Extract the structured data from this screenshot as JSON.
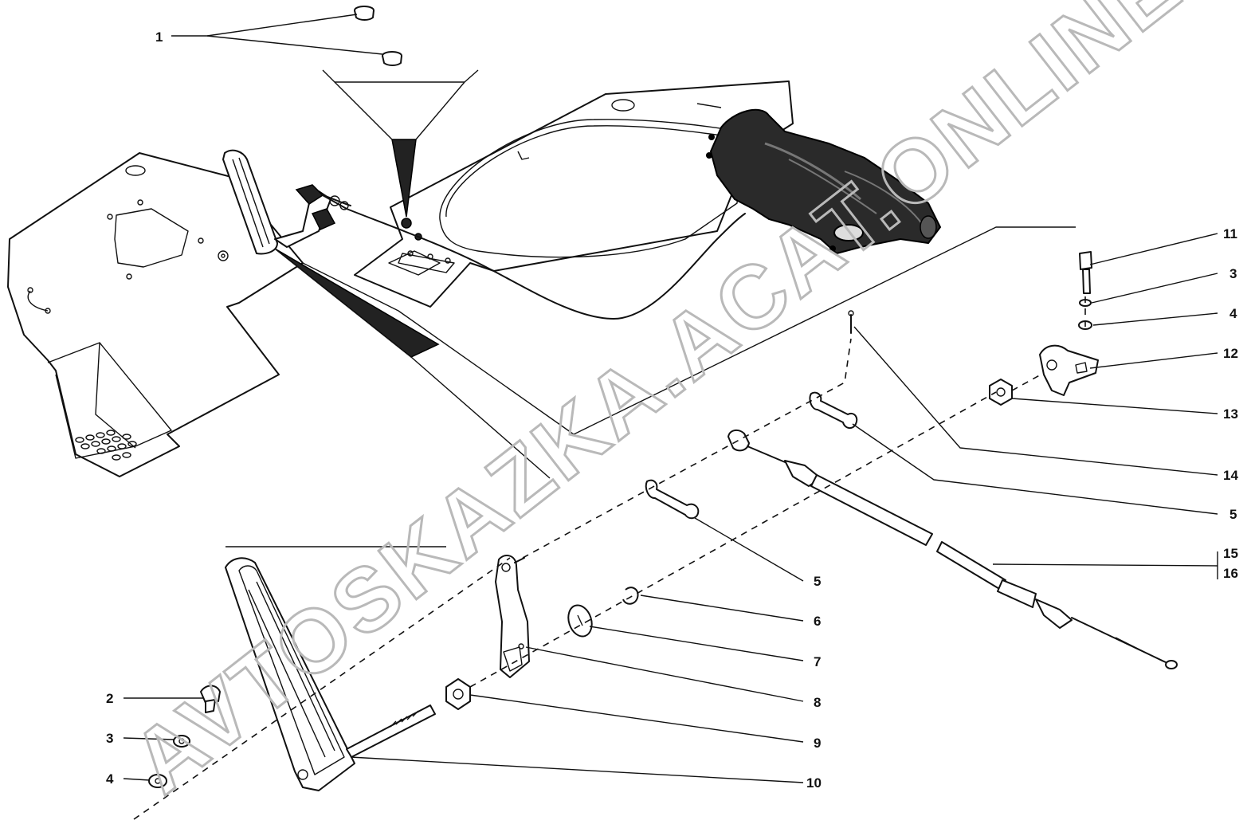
{
  "watermark": "AVTOSKAZKA.ACAT.ONLINE",
  "callouts": [
    {
      "id": "c1",
      "text": "1"
    },
    {
      "id": "c11",
      "text": "11"
    },
    {
      "id": "c3a",
      "text": "3"
    },
    {
      "id": "c4a",
      "text": "4"
    },
    {
      "id": "c12",
      "text": "12"
    },
    {
      "id": "c13",
      "text": "13"
    },
    {
      "id": "c14",
      "text": "14"
    },
    {
      "id": "c5a",
      "text": "5"
    },
    {
      "id": "c15",
      "text": "15"
    },
    {
      "id": "c16",
      "text": "16"
    },
    {
      "id": "c5b",
      "text": "5"
    },
    {
      "id": "c6",
      "text": "6"
    },
    {
      "id": "c7",
      "text": "7"
    },
    {
      "id": "c8",
      "text": "8"
    },
    {
      "id": "c9",
      "text": "9"
    },
    {
      "id": "c10",
      "text": "10"
    },
    {
      "id": "c2",
      "text": "2"
    },
    {
      "id": "c3b",
      "text": "3"
    },
    {
      "id": "c4b",
      "text": "4"
    }
  ]
}
